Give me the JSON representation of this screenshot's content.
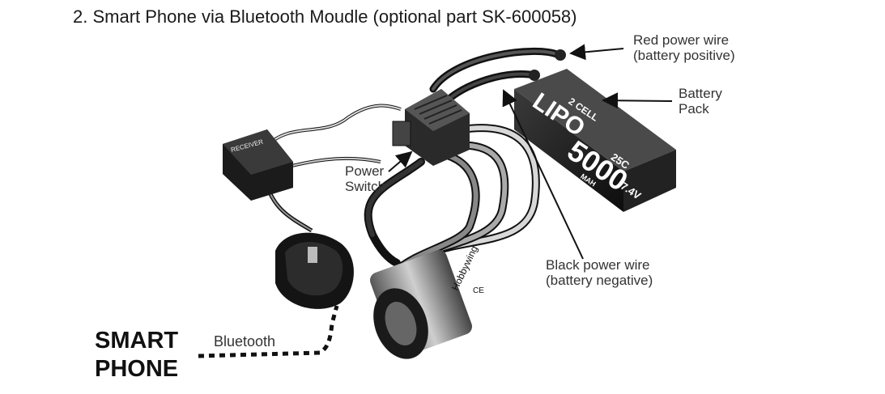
{
  "title": "2. Smart Phone via Bluetooth Moudle (optional part  SK-600058)",
  "labels": {
    "red_wire": [
      "Red power wire",
      "(battery positive)"
    ],
    "battery_pack": [
      "Battery",
      "Pack"
    ],
    "power_switch": [
      "Power",
      "Switch"
    ],
    "black_wire": [
      "Black power wire",
      "(battery negative)"
    ],
    "bluetooth": "Bluetooth",
    "smart_phone": [
      "SMART",
      "PHONE"
    ]
  },
  "device_text": {
    "battery_cell": "2 CELL",
    "battery_type": "LIPO",
    "battery_c": "25C",
    "battery_mah": "5000",
    "battery_unit": "MAH",
    "battery_volt": "7.4V",
    "receiver": "RECEIVER",
    "motor_brand": "Hobbywing",
    "motor_ce": "CE"
  },
  "colors": {
    "line": "#111111",
    "text": "#333333",
    "device": "#1c1c1c"
  }
}
